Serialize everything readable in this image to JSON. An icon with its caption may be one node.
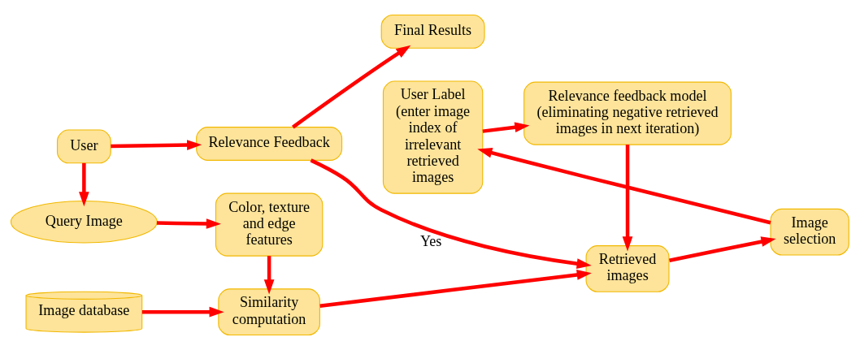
{
  "diagram": {
    "nodes": [
      {
        "text": [
          "User"
        ]
      },
      {
        "text": [
          "Relevance Feedback"
        ]
      },
      {
        "text": [
          "Final Results"
        ]
      },
      {
        "text": [
          "Query Image"
        ]
      },
      {
        "text": [
          "Color, texture and edge features"
        ]
      },
      {
        "text": [
          "Retrieved images"
        ]
      },
      {
        "text": [
          "Image selection"
        ]
      },
      {
        "text": [
          "User Label (enter image index of irrelevant retrieved images"
        ]
      },
      {
        "text": [
          "Image database"
        ]
      },
      {
        "text": [
          "Similarity computation"
        ]
      },
      {
        "text": [
          "Relevance feedback model (eliminating negative retrieved images in next iteration)"
        ]
      }
    ],
    "edges": [
      {
        "from": 0,
        "to": 1,
        "arrow": "to"
      },
      {
        "from": 0,
        "to": 3,
        "arrow": "to"
      },
      {
        "from": 1,
        "to": 2,
        "arrow": "to"
      },
      {
        "from": 1,
        "to": 5,
        "arrow": "to",
        "label": "Yes"
      },
      {
        "from": 3,
        "to": 4,
        "arrow": "to"
      },
      {
        "from": 4,
        "to": 9,
        "arrow": "to"
      },
      {
        "from": 8,
        "to": 9,
        "arrow": "to"
      },
      {
        "from": 9,
        "to": 5,
        "arrow": "to"
      },
      {
        "from": 5,
        "to": 6,
        "arrow": "to"
      },
      {
        "from": 6,
        "to": 7,
        "arrow": "to"
      },
      {
        "from": 7,
        "to": 10,
        "arrow": "to"
      },
      {
        "from": 10,
        "to": 5,
        "arrow": "to"
      }
    ]
  }
}
